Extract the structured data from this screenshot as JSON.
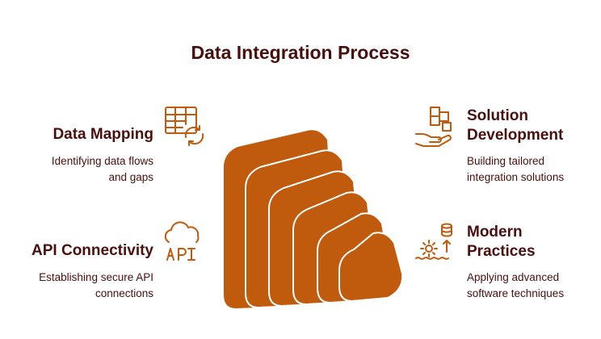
{
  "title": "Data Integration Process",
  "accent_color": "#c05a0c",
  "text_color": "#4a0f0c",
  "items": [
    {
      "key": "data_mapping",
      "heading": "Data Mapping",
      "description_lines": [
        "Identifying data flows",
        "and gaps"
      ],
      "icon": "table-sync-icon"
    },
    {
      "key": "api_connectivity",
      "heading": "API Connectivity",
      "description_lines": [
        "Establishing secure API",
        "connections"
      ],
      "icon": "cloud-api-icon"
    },
    {
      "key": "solution_development",
      "heading_lines": [
        "Solution",
        "Development"
      ],
      "description_lines": [
        "Building tailored",
        "integration solutions"
      ],
      "icon": "hand-blocks-icon"
    },
    {
      "key": "modern_practices",
      "heading_lines": [
        "Modern",
        "Practices"
      ],
      "description_lines": [
        "Applying advanced",
        "software techniques"
      ],
      "icon": "gear-database-icon"
    }
  ],
  "stack_layers": 6
}
